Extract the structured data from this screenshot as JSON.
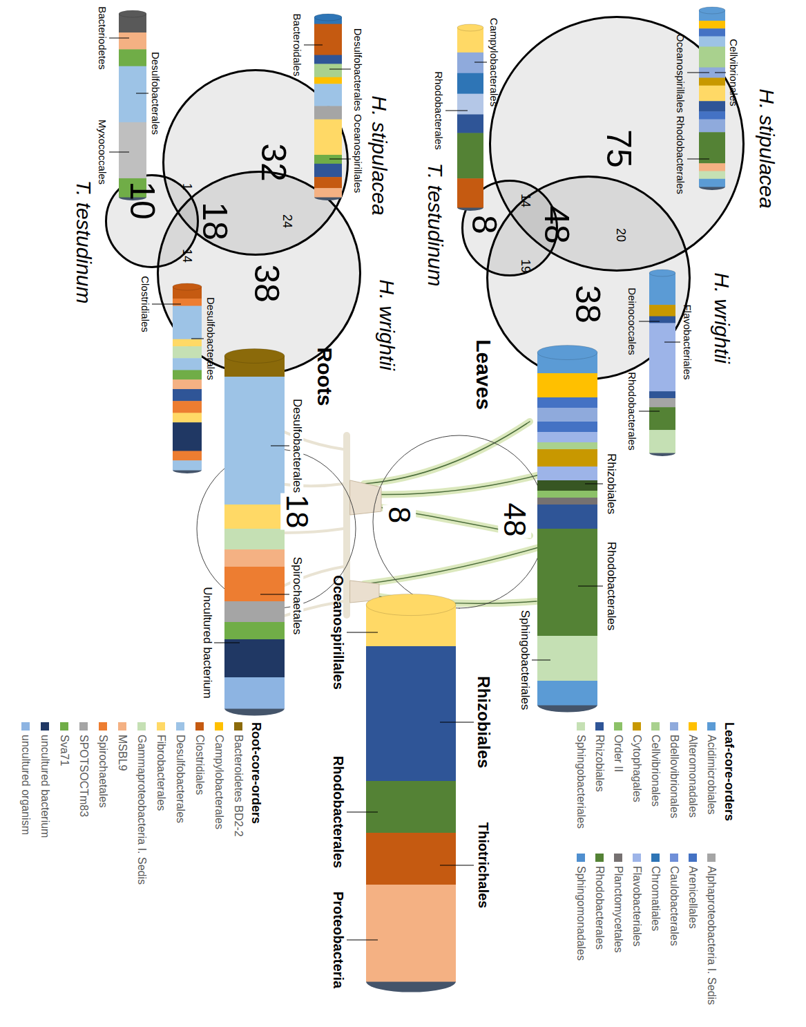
{
  "diagram": {
    "nodes": [
      {
        "text": [
          "H. stipulacea"
        ]
      },
      {
        "text": [
          "H. wrightii"
        ]
      },
      {
        "text": [
          "T. testudinum"
        ]
      },
      {
        "text": [
          "H. stipulacea"
        ]
      },
      {
        "text": [
          "H. wrightii"
        ]
      },
      {
        "text": [
          "T. testudinum"
        ]
      }
    ],
    "labels": [
      "Leaves",
      "75",
      "20",
      "48",
      "14",
      "19",
      "8",
      "38",
      "Cellvibrionales",
      "Oceanospirillales Rhodobacterales",
      "Campylobacterales",
      "Rhodobacterales",
      "Deinococcales",
      "Flavobacteriales",
      "Rhodobacterales",
      "Rhizobiales",
      "Rhodobacterales",
      "Sphingobacteriales",
      "48",
      "8",
      "Roots",
      "32",
      "24",
      "18",
      "1",
      "14",
      "10",
      "38",
      "Bacteroidales",
      "Desulfobacterales Oceanospirillales",
      "Bacteriodetes",
      "Desulfobacterales",
      "Myxococcales",
      "Clostridiales",
      "Desulfobacterales",
      "Desulfobacterales",
      "18",
      "Spirochaetales",
      "Uncultured bacterium",
      "Oceanospirillales",
      "Rhizobiales",
      "Rhodobacterales",
      "Thiotrichales",
      "Proteobacteria",
      "Leaf-core-orders",
      "Root-core-orders"
    ],
    "legend": [
      {
        "text": "Acidimicrobiales",
        "color": "#5b9bd5"
      },
      {
        "text": "Alteromonadales",
        "color": "#ffc000"
      },
      {
        "text": "Bdellovibrionales",
        "color": "#8faadc"
      },
      {
        "text": "Cellvibrionales",
        "color": "#a9d18e"
      },
      {
        "text": "Cytophagales",
        "color": "#c89800"
      },
      {
        "text": "Order II",
        "color": "#8cc168"
      },
      {
        "text": "Rhizobiales",
        "color": "#2f5597"
      },
      {
        "text": "Sphingobacteriales",
        "color": "#c5e0b4"
      },
      {
        "text": "Alphaproteobacteria I. Sedis",
        "color": "#a5a5a5"
      },
      {
        "text": "Arenicellales",
        "color": "#4472c4"
      },
      {
        "text": "Caulobacterales",
        "color": "#6f8fd8"
      },
      {
        "text": "Chromatiales",
        "color": "#2e75b6"
      },
      {
        "text": "Flavobacteriales",
        "color": "#9db4e8"
      },
      {
        "text": "Planctomycetales",
        "color": "#767171"
      },
      {
        "text": "Rhodobacterales",
        "color": "#548235"
      },
      {
        "text": "Sphingomonadales",
        "color": "#4f8fcf"
      },
      {
        "text": "Bacteroidetes BD2-2",
        "color": "#8b6a0a"
      },
      {
        "text": "Campylobacterales",
        "color": "#ffc000"
      },
      {
        "text": "Clostridiales",
        "color": "#c55a11"
      },
      {
        "text": "Desulfobacterales",
        "color": "#9dc3e6"
      },
      {
        "text": "Fibrobacterales",
        "color": "#ffd966"
      },
      {
        "text": "Gammaproteobacteria I. Sedis",
        "color": "#c5e0b4"
      },
      {
        "text": "MSBL9",
        "color": "#f4b183"
      },
      {
        "text": "Spirochaetales",
        "color": "#ed7d31"
      },
      {
        "text": "SPOTSOCTm83",
        "color": "#a5a5a5"
      },
      {
        "text": "Sva71",
        "color": "#70ad47"
      },
      {
        "text": "uncultured bacterium",
        "color": "#203864"
      },
      {
        "text": "uncultured organism",
        "color": "#8db4e2"
      }
    ]
  }
}
